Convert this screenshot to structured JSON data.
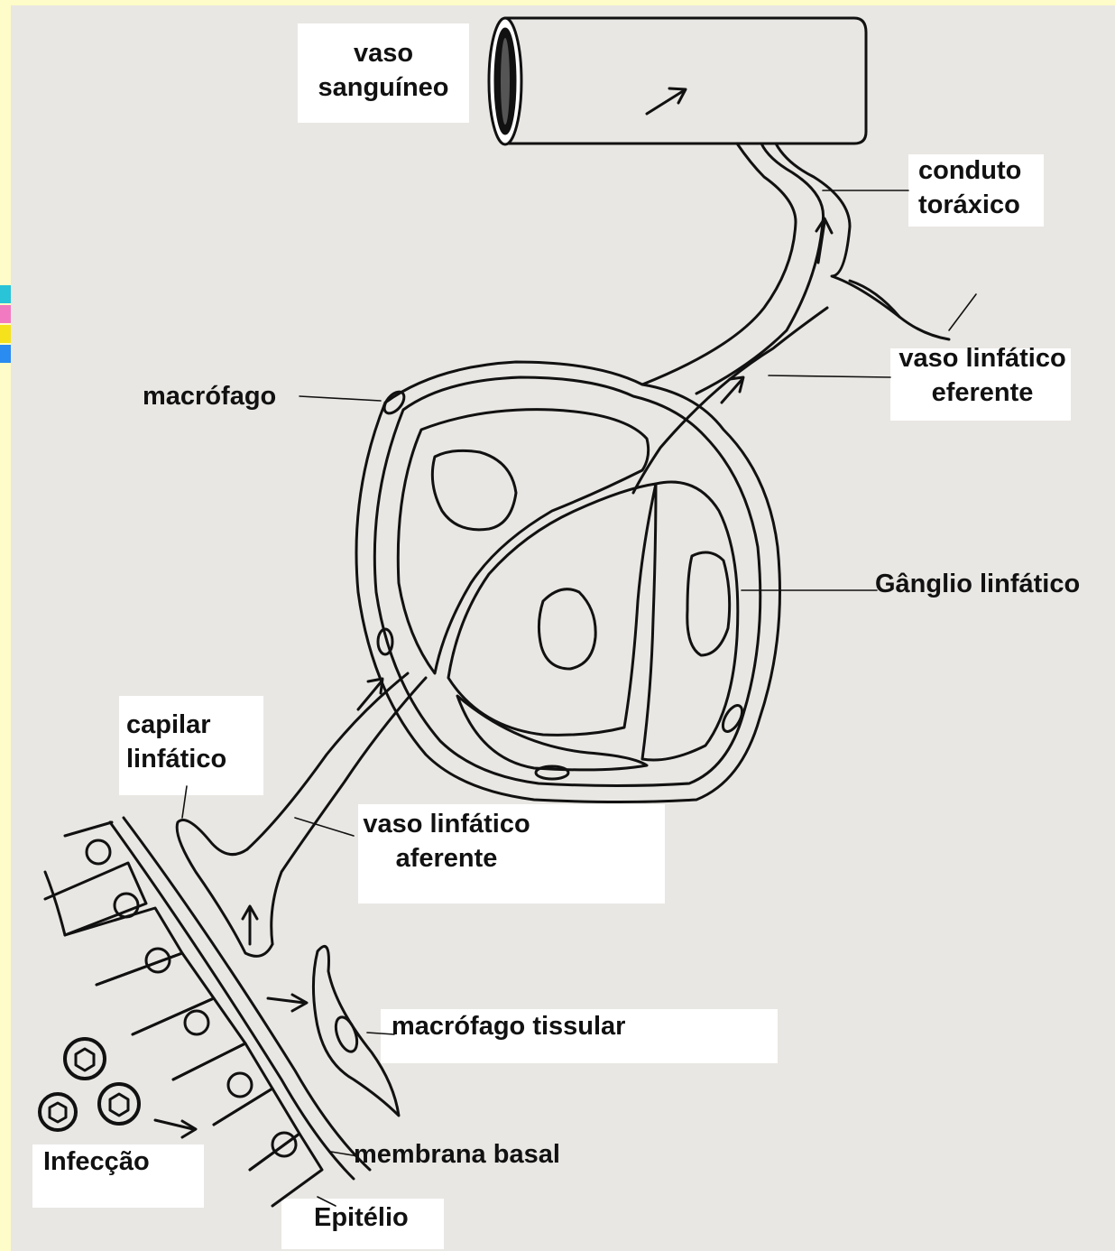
{
  "labels": {
    "vaso_sanguineo": [
      "vaso",
      "sanguíneo"
    ],
    "conduto_toraxico": [
      "conduto",
      "toráxico"
    ],
    "vaso_linfatico_eferente": [
      "vaso linfático",
      "eferente"
    ],
    "macrofago": "macrófago",
    "ganglio_linfatico": "Gânglio linfático",
    "capilar_linfatico": [
      "capilar",
      "linfático"
    ],
    "vaso_linfatico_aferente": [
      "vaso linfático",
      "aferente"
    ],
    "macrofago_tissular": "macrófago tissular",
    "membrana_basal": "membrana basal",
    "infeccao": "Infecção",
    "epitelio": "Epitélio"
  },
  "colors": {
    "page_border": "#fefcc8",
    "page_background": "#e9e7e3",
    "ink": "#111111",
    "accent_strip": [
      "#29c4d8",
      "#f27ac0",
      "#f5e21c",
      "#2a8cf0"
    ]
  }
}
